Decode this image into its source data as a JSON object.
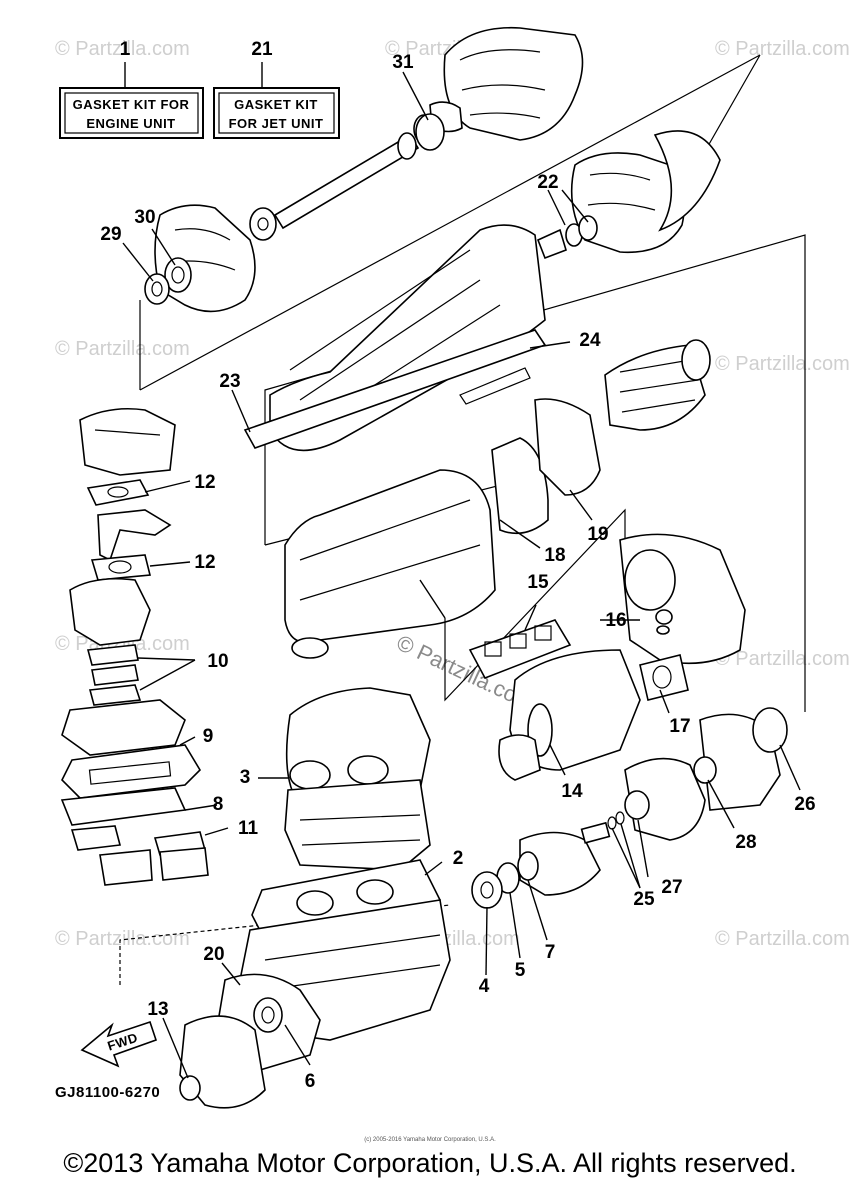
{
  "diagram": {
    "kit_labels": {
      "engine": {
        "number": "1",
        "line1": "GASKET KIT FOR",
        "line2": "ENGINE UNIT"
      },
      "jet": {
        "number": "21",
        "line1": "GASKET KIT",
        "line2": "FOR JET UNIT"
      }
    },
    "callouts": {
      "c2": "2",
      "c3": "3",
      "c4": "4",
      "c5": "5",
      "c6": "6",
      "c7": "7",
      "c8": "8",
      "c9": "9",
      "c10": "10",
      "c11": "11",
      "c12a": "12",
      "c12b": "12",
      "c13": "13",
      "c14": "14",
      "c15": "15",
      "c16": "16",
      "c17": "17",
      "c18": "18",
      "c19": "19",
      "c20": "20",
      "c22": "22",
      "c23": "23",
      "c24": "24",
      "c25": "25",
      "c26": "26",
      "c27": "27",
      "c28": "28",
      "c29": "29",
      "c30": "30",
      "c31": "31"
    },
    "fwd_arrow_label": "FWD",
    "drawing_code": "GJ81100-6270",
    "watermark": "© Partzilla.com",
    "small_notice": "(c) 2005-2016 Yamaha Motor Corporation, U.S.A."
  },
  "footer": {
    "copyright": "©2013 Yamaha Motor Corporation, U.S.A. All rights reserved."
  }
}
